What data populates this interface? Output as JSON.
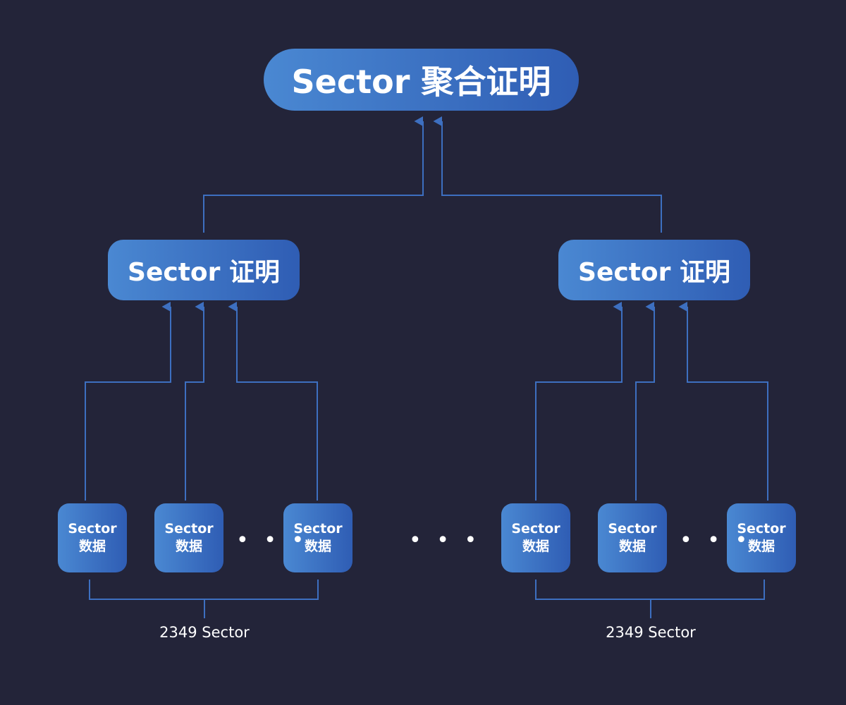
{
  "root": {
    "label": "Sector 聚合证明"
  },
  "groups": [
    {
      "proof": "Sector 证明",
      "leaves": [
        {
          "line1": "Sector",
          "line2": "数据"
        },
        {
          "line1": "Sector",
          "line2": "数据"
        },
        {
          "line1": "Sector",
          "line2": "数据"
        }
      ],
      "ellipsis": "• • •",
      "count_label": "2349 Sector"
    },
    {
      "proof": "Sector 证明",
      "leaves": [
        {
          "line1": "Sector",
          "line2": "数据"
        },
        {
          "line1": "Sector",
          "line2": "数据"
        },
        {
          "line1": "Sector",
          "line2": "数据"
        }
      ],
      "ellipsis": "• • •",
      "count_label": "2349 Sector"
    }
  ],
  "middle_ellipsis": "• • •",
  "colors": {
    "background": "#232439",
    "line": "#3d6fc0",
    "node_start": "#4a88d2",
    "node_end": "#2f5db4",
    "text": "#ffffff"
  }
}
